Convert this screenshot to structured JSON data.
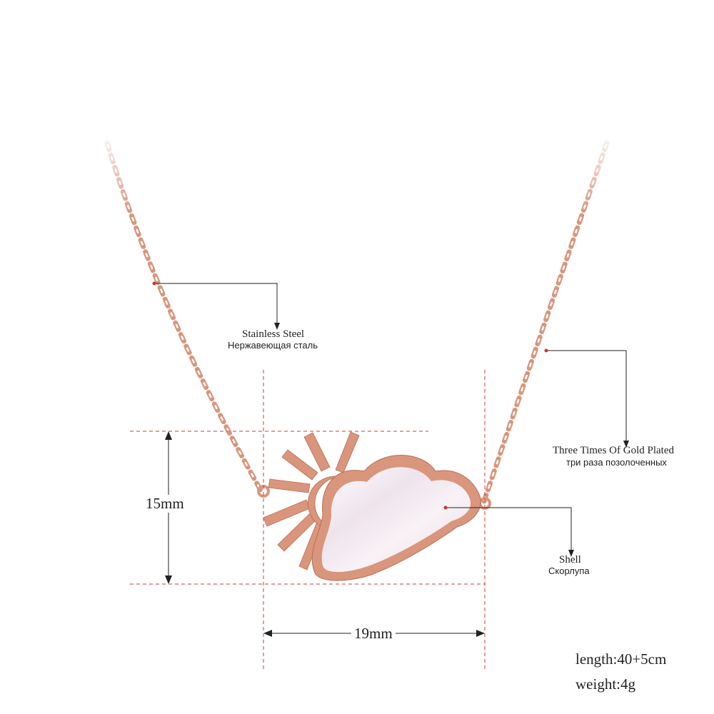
{
  "callouts": {
    "material": {
      "en": "Stainless Steel",
      "ru": "Нержавеющая сталь"
    },
    "plating": {
      "en": "Three Times Of Gold Plated",
      "ru": "три раза позолоченных"
    },
    "inlay": {
      "en": "Shell",
      "ru": "Скорлупа"
    }
  },
  "dimensions": {
    "height": "15mm",
    "width": "19mm"
  },
  "specs": {
    "length": "length:40+5cm",
    "weight": "weight:4g"
  },
  "colors": {
    "rose_gold": "#d9967c",
    "rose_gold_dark": "#b86f55",
    "guide_red": "#d43a3a",
    "shell": "#f1e9ef"
  }
}
